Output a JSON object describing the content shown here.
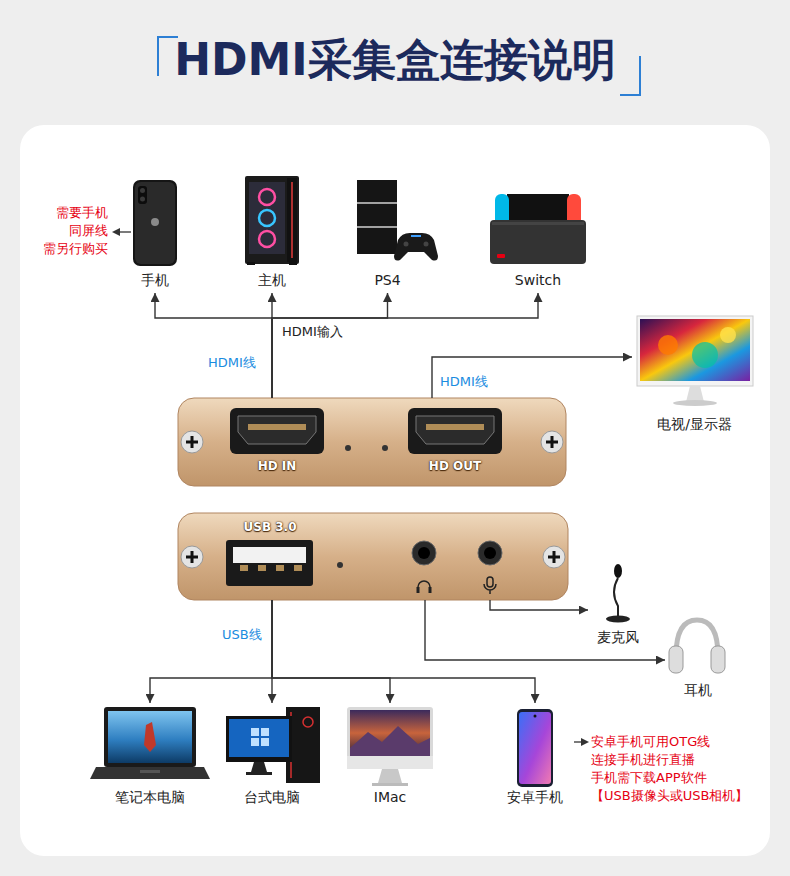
{
  "diagram": {
    "title": "HDMI采集盒连接说明",
    "nodes": [
      {
        "text": [
          "手机"
        ]
      },
      {
        "text": [
          "主机"
        ]
      },
      {
        "text": [
          "PS4"
        ]
      },
      {
        "text": [
          "Switch"
        ]
      },
      {
        "text": [
          "HD IN",
          "HD OUT"
        ]
      },
      {
        "text": [
          "电视/显示器"
        ]
      },
      {
        "text": [
          "USB 3.0"
        ]
      },
      {
        "text": [
          "麦克风"
        ]
      },
      {
        "text": [
          "耳机"
        ]
      },
      {
        "text": [
          "笔记本电脑"
        ]
      },
      {
        "text": [
          "台式电脑"
        ]
      },
      {
        "text": [
          "IMac"
        ]
      },
      {
        "text": [
          "安卓手机"
        ]
      }
    ],
    "edges": [
      {
        "from": 4,
        "to": 0,
        "arrow": "to"
      },
      {
        "from": 4,
        "to": 1,
        "arrow": "to"
      },
      {
        "from": 4,
        "to": 2,
        "arrow": "to"
      },
      {
        "from": 4,
        "to": 3,
        "arrow": "to"
      },
      {
        "from": 4,
        "to": 5,
        "arrow": "to"
      },
      {
        "from": 6,
        "to": 7,
        "arrow": "to"
      },
      {
        "from": 6,
        "to": 8,
        "arrow": "to"
      },
      {
        "from": 6,
        "to": 9,
        "arrow": "to"
      },
      {
        "from": 6,
        "to": 10,
        "arrow": "to"
      },
      {
        "from": 6,
        "to": 11,
        "arrow": "to"
      },
      {
        "from": 6,
        "to": 12,
        "arrow": "to"
      }
    ],
    "labels": [
      "需要手机 同屏线 需另行购买",
      "HDMI输入",
      "HDMI线",
      "HDMI线",
      "USB线",
      "安卓手机可用OTG线 连接手机进行直播 手机需下载APP软件 【USB摄像头或USB相机】"
    ]
  }
}
